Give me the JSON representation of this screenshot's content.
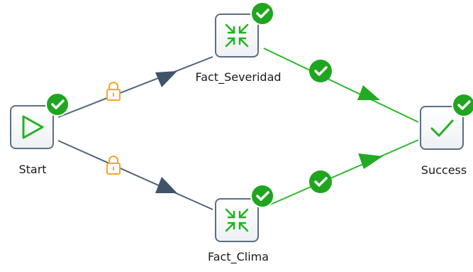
{
  "nodes": {
    "start": {
      "label": "Start",
      "icon": "play-triangle-icon",
      "status": "success"
    },
    "fact_severidad": {
      "label": "Fact_Severidad",
      "icon": "merge-arrows-icon",
      "status": "success"
    },
    "fact_clima": {
      "label": "Fact_Clima",
      "icon": "merge-arrows-icon",
      "status": "success"
    },
    "success": {
      "label": "Success",
      "icon": "checkmark-icon",
      "status": "success"
    }
  },
  "edges": [
    {
      "from": "start",
      "to": "fact_severidad",
      "type": "lock",
      "color": "#4f6478"
    },
    {
      "from": "start",
      "to": "fact_clima",
      "type": "lock",
      "color": "#4f6478"
    },
    {
      "from": "fact_severidad",
      "to": "success",
      "type": "success",
      "color": "#2eb82e"
    },
    {
      "from": "fact_clima",
      "to": "success",
      "type": "success",
      "color": "#2eb82e"
    }
  ],
  "colors": {
    "success_badge": "#1fa51f",
    "lock_icon": "#f5a623",
    "node_border": "#5b6f82",
    "icon_green": "#22b322"
  }
}
